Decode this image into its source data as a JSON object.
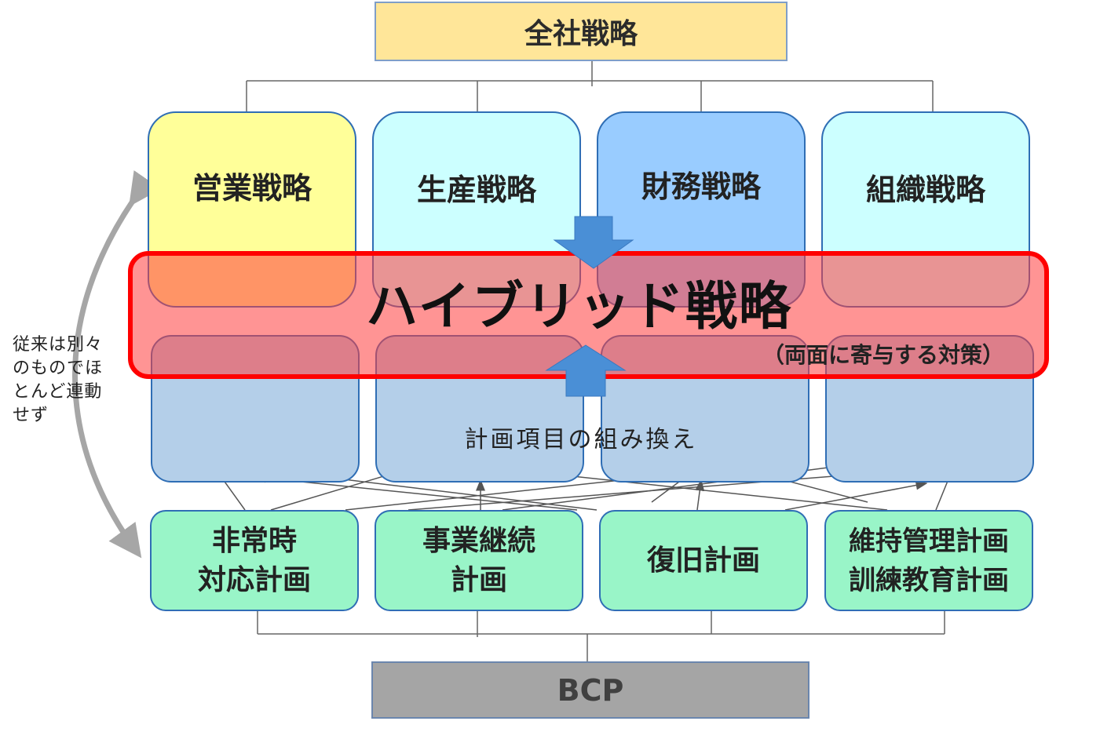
{
  "top_box": {
    "label": "全社戦略"
  },
  "strategies": [
    {
      "label": "営業戦略",
      "color": "#ffff99"
    },
    {
      "label": "生産戦略",
      "color": "#ccffff"
    },
    {
      "label": "財務戦略",
      "color": "#99ccff"
    },
    {
      "label": "組織戦略",
      "color": "#ccffff"
    }
  ],
  "hybrid": {
    "title": "ハイブリッド戦略",
    "subtitle": "（両面に寄与する対策）",
    "border_color": "#ff0000"
  },
  "rearrange_label": "計画項目の組み換え",
  "side_note": "従来は別々\nのものでほ\nとんど連動\nせず",
  "bcp_plans": [
    {
      "label": "非常時\n対応計画"
    },
    {
      "label": "事業継続\n計画"
    },
    {
      "label": "復旧計画"
    },
    {
      "label": "維持管理計画\n訓練教育計画"
    }
  ],
  "bottom_box": {
    "label": "BCP"
  },
  "colors": {
    "plan_fill": "#b4cfe9",
    "bcp_plan_fill": "#99f5c8",
    "bcp_fill": "#a5a5a5",
    "top_fill": "#ffe699",
    "arrow_blue": "#4a8fd6"
  }
}
